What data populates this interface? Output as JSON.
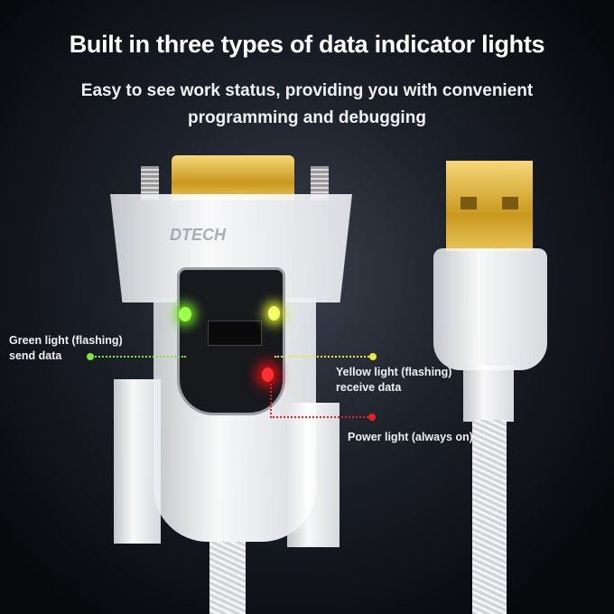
{
  "header": {
    "title": "Built in three types of data indicator lights",
    "subtitle_line1": "Easy to see work status, providing you with convenient",
    "subtitle_line2": "programming and debugging"
  },
  "brand_mark": "DTECH",
  "indicators": [
    {
      "name": "green",
      "line1": "Green light (flashing)",
      "line2": "send data",
      "color": "#7ee83a"
    },
    {
      "name": "yellow",
      "line1": "Yellow light (flashing)",
      "line2": "receive data",
      "color": "#e8e83a"
    },
    {
      "name": "red",
      "line1": "Power light (always on)",
      "color": "#e82020"
    }
  ],
  "colors": {
    "background": "#1c2029",
    "gold": "#d9a932",
    "plastic": "#f2f3f5"
  }
}
